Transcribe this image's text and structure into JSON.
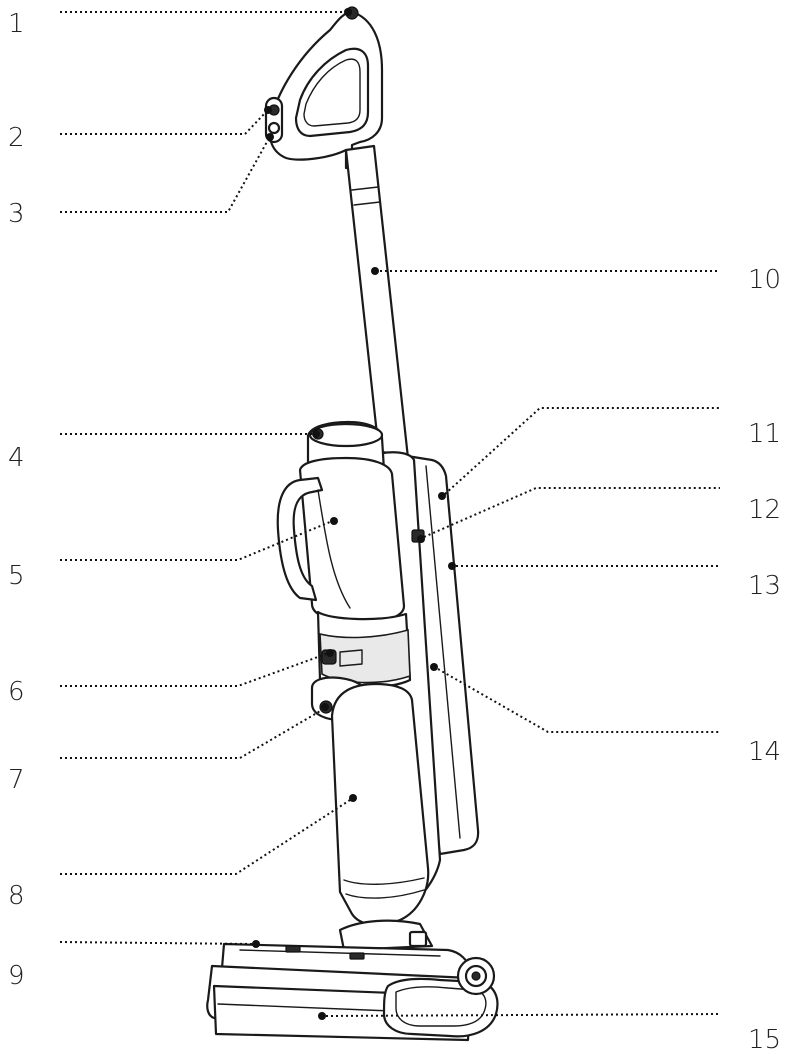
{
  "callouts": [
    {
      "id": "c1",
      "number": "1"
    },
    {
      "id": "c2",
      "number": "2"
    },
    {
      "id": "c3",
      "number": "3"
    },
    {
      "id": "c4",
      "number": "4"
    },
    {
      "id": "c5",
      "number": "5"
    },
    {
      "id": "c6",
      "number": "6"
    },
    {
      "id": "c7",
      "number": "7"
    },
    {
      "id": "c8",
      "number": "8"
    },
    {
      "id": "c9",
      "number": "9"
    },
    {
      "id": "c10",
      "number": "10"
    },
    {
      "id": "c11",
      "number": "11"
    },
    {
      "id": "c12",
      "number": "12"
    },
    {
      "id": "c13",
      "number": "13"
    },
    {
      "id": "c14",
      "number": "14"
    },
    {
      "id": "c15",
      "number": "15"
    }
  ]
}
